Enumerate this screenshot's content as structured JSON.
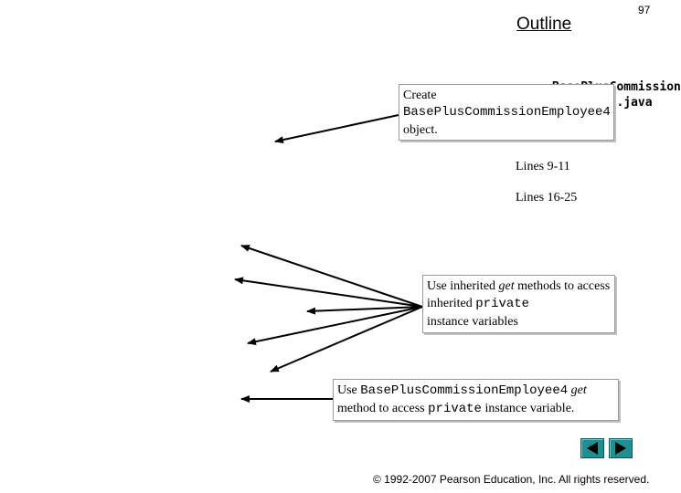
{
  "header": {
    "outline_title": "Outline",
    "page_number": "97"
  },
  "side_panel": {
    "file_label_line1": "BasePlusCommission",
    "file_label_line2": "Employee4.java",
    "lines_a": "Lines 9-11",
    "lines_b": "Lines 16-25"
  },
  "callouts": {
    "create": {
      "text1": "Create",
      "code": "BasePlusCommissionEmployee4",
      "text2": "object."
    },
    "inherited": {
      "text1": "Use inherited ",
      "italic": "get",
      "text2": " methods to access inherited ",
      "code": "private",
      "text3": " instance variables"
    },
    "own": {
      "text1": "Use ",
      "code": "BasePlusCommissionEmployee4",
      "italic": "get",
      "text2": " method to access ",
      "code2": "private",
      "text3": " instance variable."
    }
  },
  "footer": {
    "copyright": "© 1992-2007 Pearson Education, Inc.  All rights reserved."
  },
  "nav": {
    "prev_icon": "triangle-left-icon",
    "next_icon": "triangle-right-icon"
  },
  "colors": {
    "nav_button": "#1f8f91",
    "arrow": "#000000"
  }
}
